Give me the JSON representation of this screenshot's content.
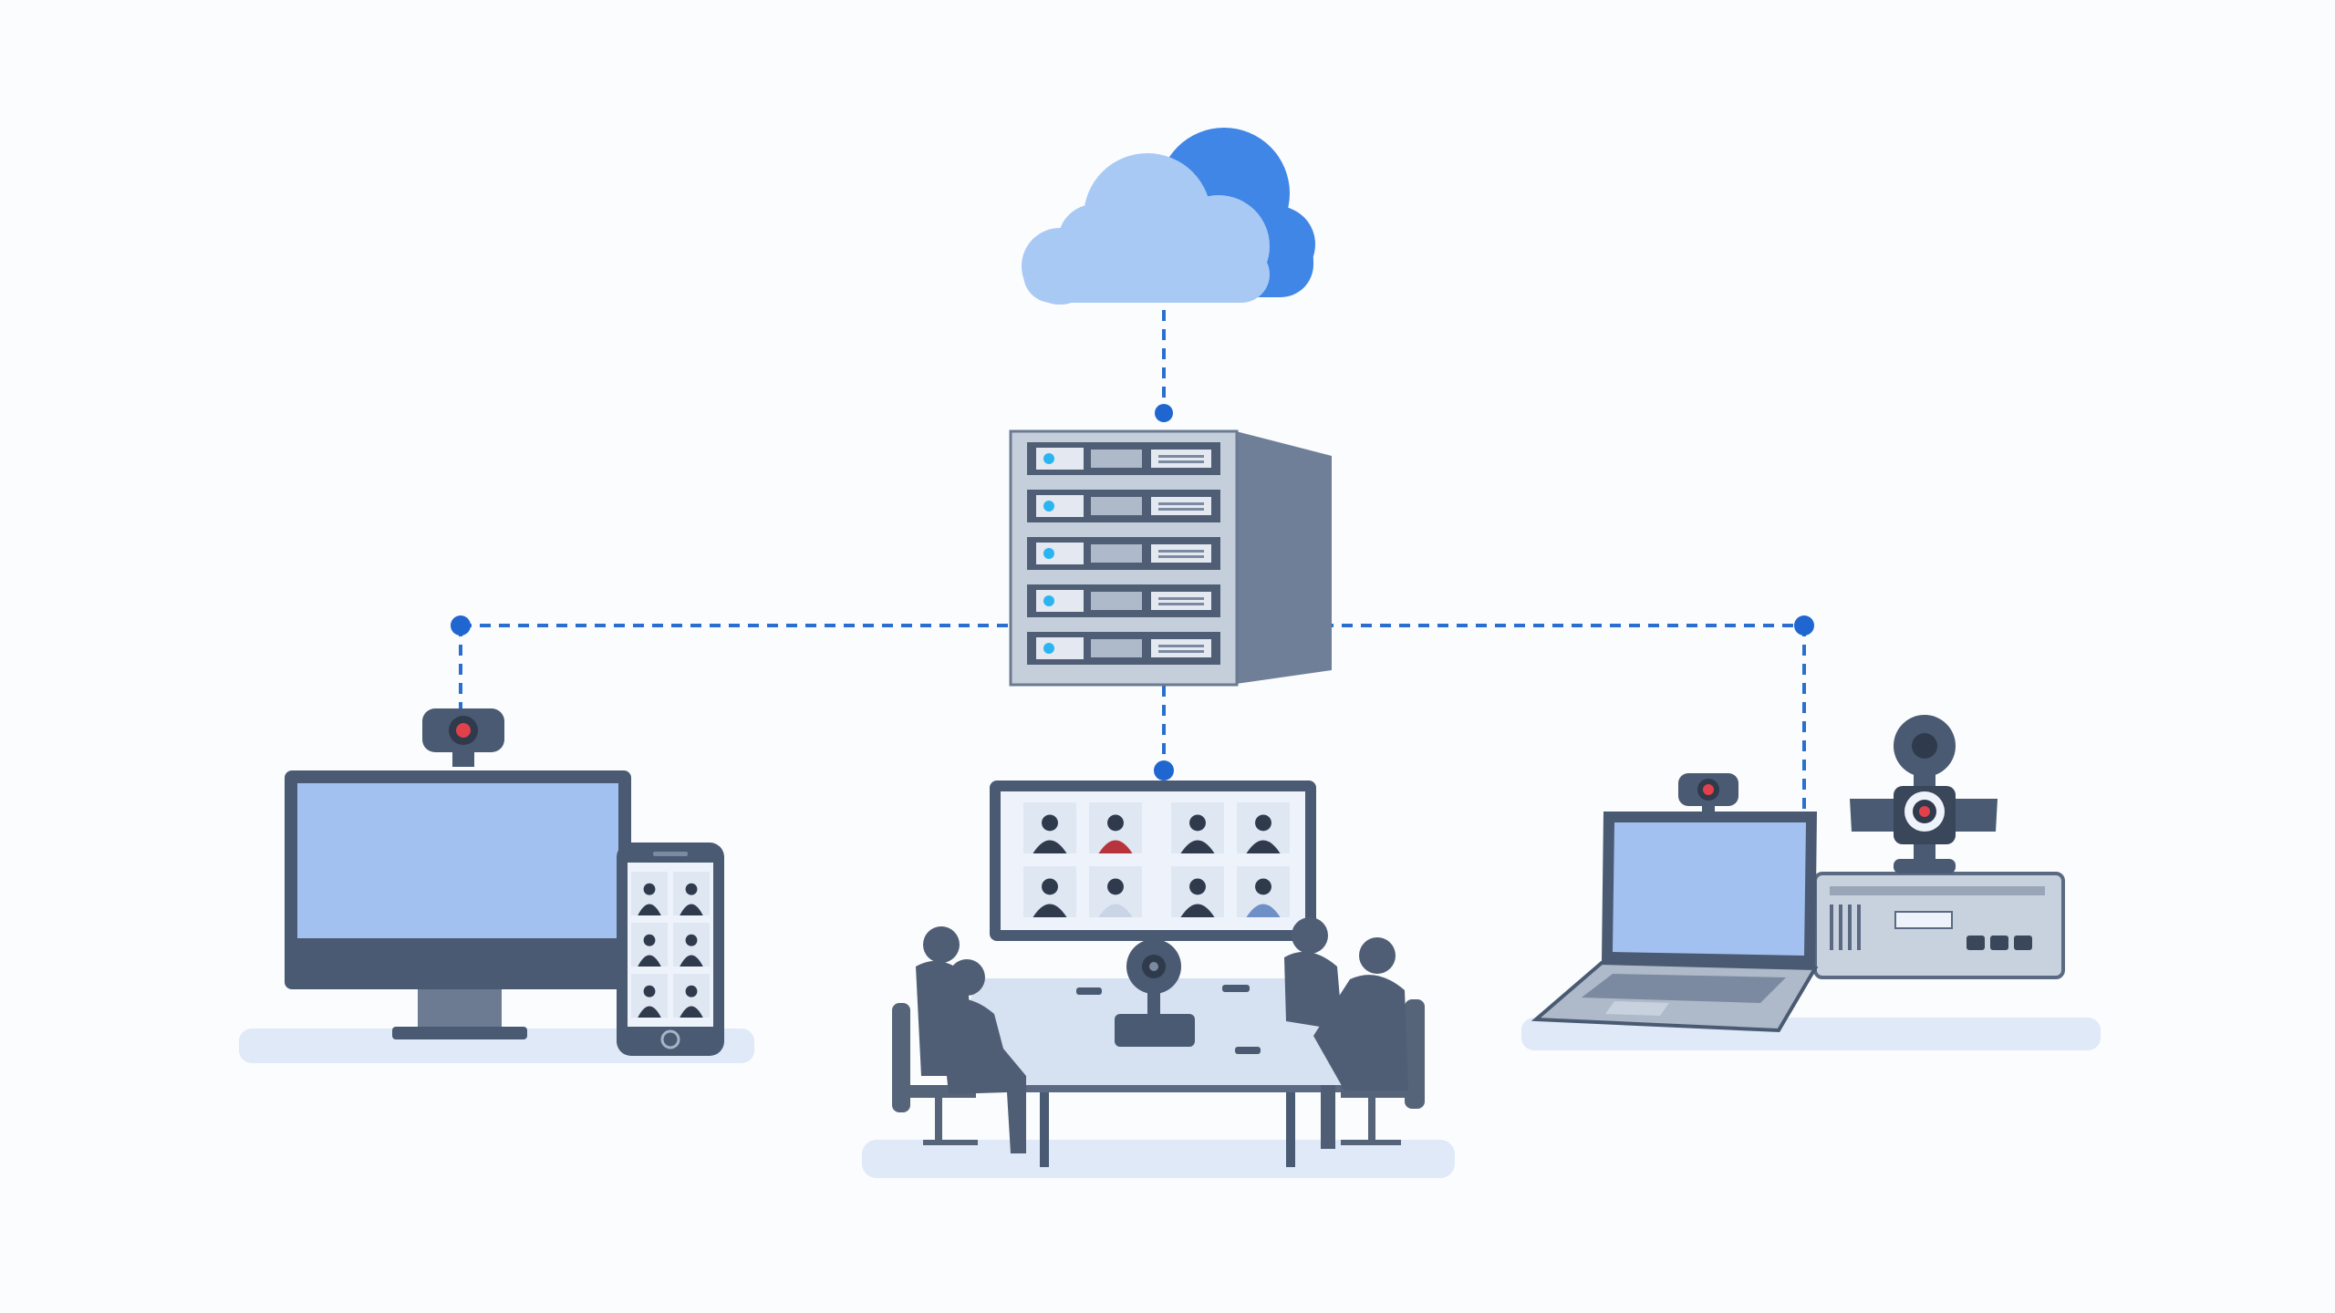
{
  "diagram": {
    "description_visible_text": [],
    "nodes": [
      {
        "id": "cloud",
        "icon": "cloud-icon"
      },
      {
        "id": "server",
        "icon": "server-rack-icon",
        "rack_units": 5
      },
      {
        "id": "desktop-and-phone",
        "icon": "desktop-monitor-icon",
        "extra_icons": [
          "smartphone-icon",
          "webcam-icon"
        ],
        "phone_tiles": 6
      },
      {
        "id": "conference-room",
        "icon": "meeting-room-icon",
        "display_tiles": 8,
        "people": 4
      },
      {
        "id": "laptop-and-ptz",
        "icon": "laptop-icon",
        "extra_icons": [
          "ptz-camera-icon",
          "webcam-icon",
          "codec-box-icon"
        ]
      }
    ],
    "links": [
      {
        "from": "cloud",
        "to": "server",
        "style": "dashed"
      },
      {
        "from": "server",
        "to": "desktop-and-phone",
        "style": "dashed"
      },
      {
        "from": "server",
        "to": "conference-room",
        "style": "dashed"
      },
      {
        "from": "server",
        "to": "laptop-and-ptz",
        "style": "dashed"
      }
    ]
  },
  "colors": {
    "background": "#fbfcfd",
    "link": "#2a6fd0",
    "link_dot": "#1f66d1",
    "cloud_light": "#a9c9f5",
    "cloud_dark": "#3f86e6",
    "device_dark": "#4a5a72",
    "device_mid": "#7b8aa1",
    "screen_blue": "#a3c1f0",
    "ground_shadow": "#dfe9f7",
    "camera_red": "#e0414b",
    "led_cyan": "#2ab5f2"
  }
}
